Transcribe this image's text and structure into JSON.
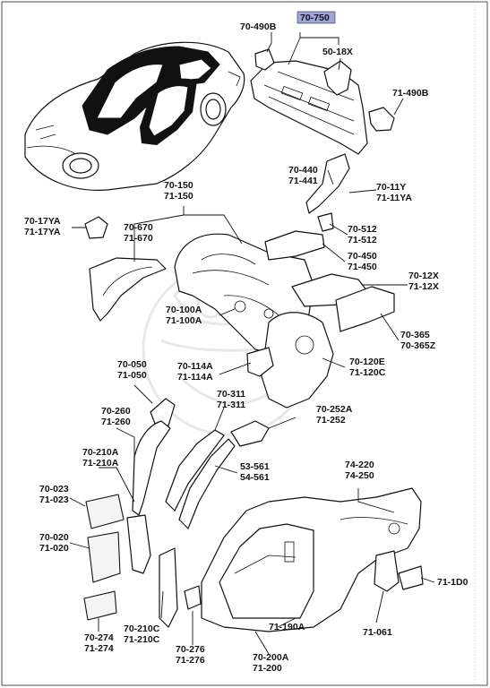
{
  "diagram": {
    "highlight_color": "#9ea4d9",
    "labels": [
      {
        "id": "lbl-70-490b",
        "lines": [
          "70-490B"
        ]
      },
      {
        "id": "lbl-70-750",
        "lines": [
          "70-750"
        ],
        "highlight": true
      },
      {
        "id": "lbl-50-18x",
        "lines": [
          "50-18X"
        ]
      },
      {
        "id": "lbl-71-490b",
        "lines": [
          "71-490B"
        ]
      },
      {
        "id": "lbl-70-440",
        "lines": [
          "70-440",
          "71-441"
        ]
      },
      {
        "id": "lbl-70-11y",
        "lines": [
          "70-11Y",
          "71-11YA"
        ]
      },
      {
        "id": "lbl-70-150",
        "lines": [
          "70-150",
          "71-150"
        ]
      },
      {
        "id": "lbl-70-17ya",
        "lines": [
          "70-17YA",
          "71-17YA"
        ]
      },
      {
        "id": "lbl-70-670",
        "lines": [
          "70-670",
          "71-670"
        ]
      },
      {
        "id": "lbl-70-512",
        "lines": [
          "70-512",
          "71-512"
        ]
      },
      {
        "id": "lbl-70-450",
        "lines": [
          "70-450",
          "71-450"
        ]
      },
      {
        "id": "lbl-70-12x",
        "lines": [
          "70-12X",
          "71-12X"
        ]
      },
      {
        "id": "lbl-70-100a",
        "lines": [
          "70-100A",
          "71-100A"
        ]
      },
      {
        "id": "lbl-70-365",
        "lines": [
          "70-365",
          "70-365Z"
        ]
      },
      {
        "id": "lbl-70-050",
        "lines": [
          "70-050",
          "71-050"
        ]
      },
      {
        "id": "lbl-70-114a",
        "lines": [
          "70-114A",
          "71-114A"
        ]
      },
      {
        "id": "lbl-70-120e",
        "lines": [
          "70-120E",
          "71-120C"
        ]
      },
      {
        "id": "lbl-70-311",
        "lines": [
          "70-311",
          "71-311"
        ]
      },
      {
        "id": "lbl-70-260",
        "lines": [
          "70-260",
          "71-260"
        ]
      },
      {
        "id": "lbl-70-252a",
        "lines": [
          "70-252A",
          "71-252"
        ]
      },
      {
        "id": "lbl-70-210a",
        "lines": [
          "70-210A",
          "71-210A"
        ]
      },
      {
        "id": "lbl-53-561",
        "lines": [
          "53-561",
          "54-561"
        ]
      },
      {
        "id": "lbl-74-220",
        "lines": [
          "74-220",
          "74-250"
        ]
      },
      {
        "id": "lbl-70-023",
        "lines": [
          "70-023",
          "71-023"
        ]
      },
      {
        "id": "lbl-70-020",
        "lines": [
          "70-020",
          "71-020"
        ]
      },
      {
        "id": "lbl-71-1d0",
        "lines": [
          "71-1D0"
        ]
      },
      {
        "id": "lbl-70-210c",
        "lines": [
          "70-210C",
          "71-210C"
        ]
      },
      {
        "id": "lbl-71-190a",
        "lines": [
          "71-190A"
        ]
      },
      {
        "id": "lbl-71-061",
        "lines": [
          "71-061"
        ]
      },
      {
        "id": "lbl-70-274",
        "lines": [
          "70-274",
          "71-274"
        ]
      },
      {
        "id": "lbl-70-276",
        "lines": [
          "70-276",
          "71-276"
        ]
      },
      {
        "id": "lbl-70-200a",
        "lines": [
          "70-200A",
          "71-200"
        ]
      }
    ]
  }
}
